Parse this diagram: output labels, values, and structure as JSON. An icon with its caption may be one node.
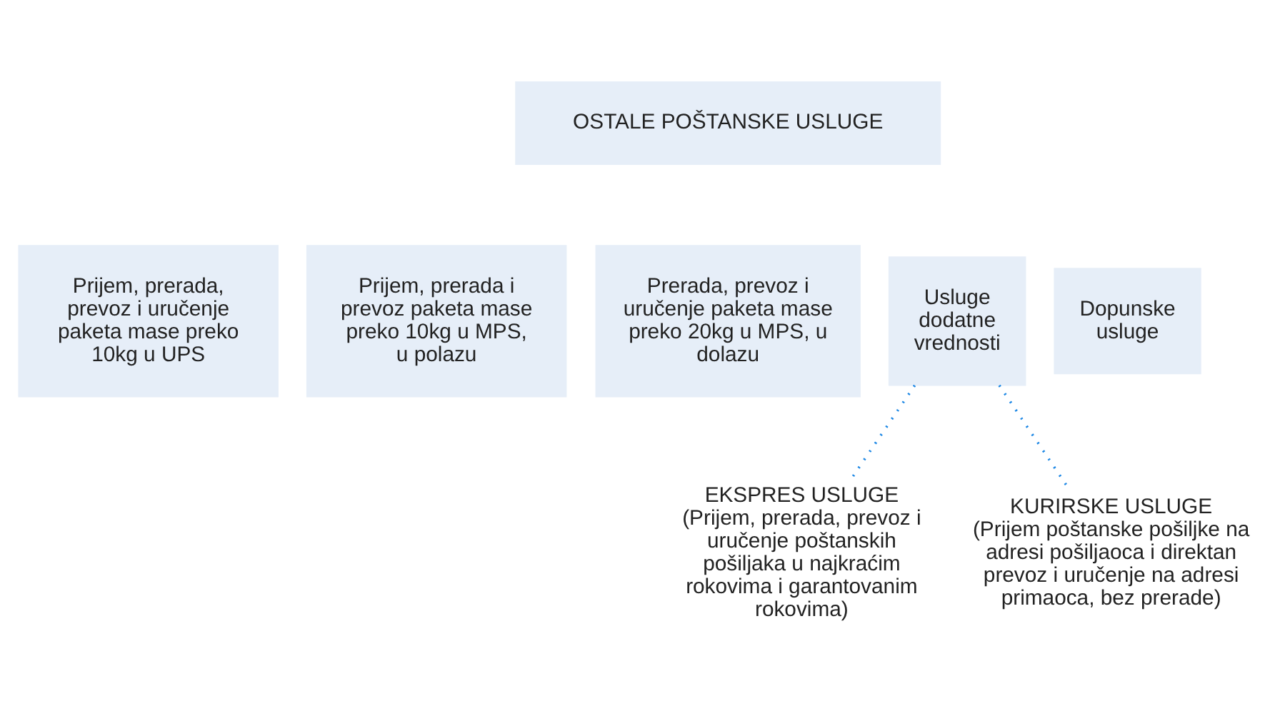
{
  "diagram": {
    "nodes": [
      {
        "text": [
          "OSTALE POŠTANSKE USLUGE"
        ]
      },
      {
        "text": [
          "Prijem, prerada, prevoz i uručenje paketa mase preko 10kg u UPS"
        ]
      },
      {
        "text": [
          "Prijem, prerada i prevoz paketa mase preko 10kg u MPS, u polazu"
        ]
      },
      {
        "text": [
          "Prerada, prevoz i uručenje paketa mase preko 20kg u MPS, u dolazu"
        ]
      },
      {
        "text": [
          "Usluge dodatne vrednosti"
        ]
      },
      {
        "text": [
          "Dopunske usluge"
        ]
      },
      {
        "text": [
          "EKSPRES USLUGE",
          "(Prijem, prerada, prevoz i uručenje poštanskih pošiljaka u najkraćim rokovima i garantovanim rokovima)"
        ]
      },
      {
        "text": [
          "KURIRSKE USLUGE",
          "(Prijem poštanske pošiljke na adresi pošiljaoca i direktan prevoz i uručenje na adresi primaoca, bez prerade)"
        ]
      }
    ],
    "edges": [
      {
        "from": 4,
        "to": 6,
        "arrow": "none",
        "style": "dashed"
      },
      {
        "from": 4,
        "to": 7,
        "arrow": "none",
        "style": "dashed"
      }
    ]
  }
}
